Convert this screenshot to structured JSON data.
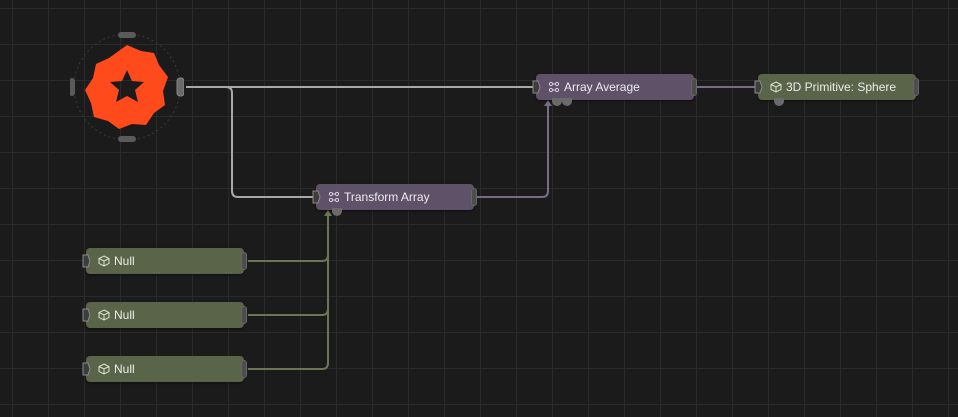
{
  "nodes": {
    "logo": {
      "icon": "gear-logo-icon",
      "color": "#ff4a1c"
    },
    "array_average": {
      "label": "Array Average",
      "icon": "array-icon"
    },
    "sphere": {
      "label": "3D Primitive: Sphere",
      "icon": "cube-icon"
    },
    "transform_array": {
      "label": "Transform Array",
      "icon": "array-icon"
    },
    "null_1": {
      "label": "Null",
      "icon": "cube-icon"
    },
    "null_2": {
      "label": "Null",
      "icon": "cube-icon"
    },
    "null_3": {
      "label": "Null",
      "icon": "cube-icon"
    }
  },
  "colors": {
    "background": "#1b1b1b",
    "grid": "#2a2a2a",
    "purple_node": "#5e5168",
    "green_node": "#5a6448",
    "wire_white": "#a8a8a8",
    "wire_purple": "#7a6a86",
    "wire_green": "#6b7656"
  }
}
